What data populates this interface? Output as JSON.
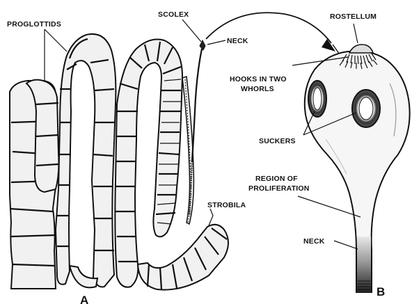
{
  "labels": {
    "proglottids": "PROGLOTTIDS",
    "scolex": "SCOLEX",
    "neck_a": "NECK",
    "strobila": "STROBILA",
    "rostellum": "ROSTELLUM",
    "hooks_line1": "HOOKS IN TWO",
    "hooks_line2": "WHORLS",
    "suckers": "SUCKERS",
    "region_line1": "REGION OF",
    "region_line2": "PROLIFERATION",
    "neck_b": "NECK"
  },
  "figure_labels": {
    "a": "A",
    "b": "B"
  }
}
